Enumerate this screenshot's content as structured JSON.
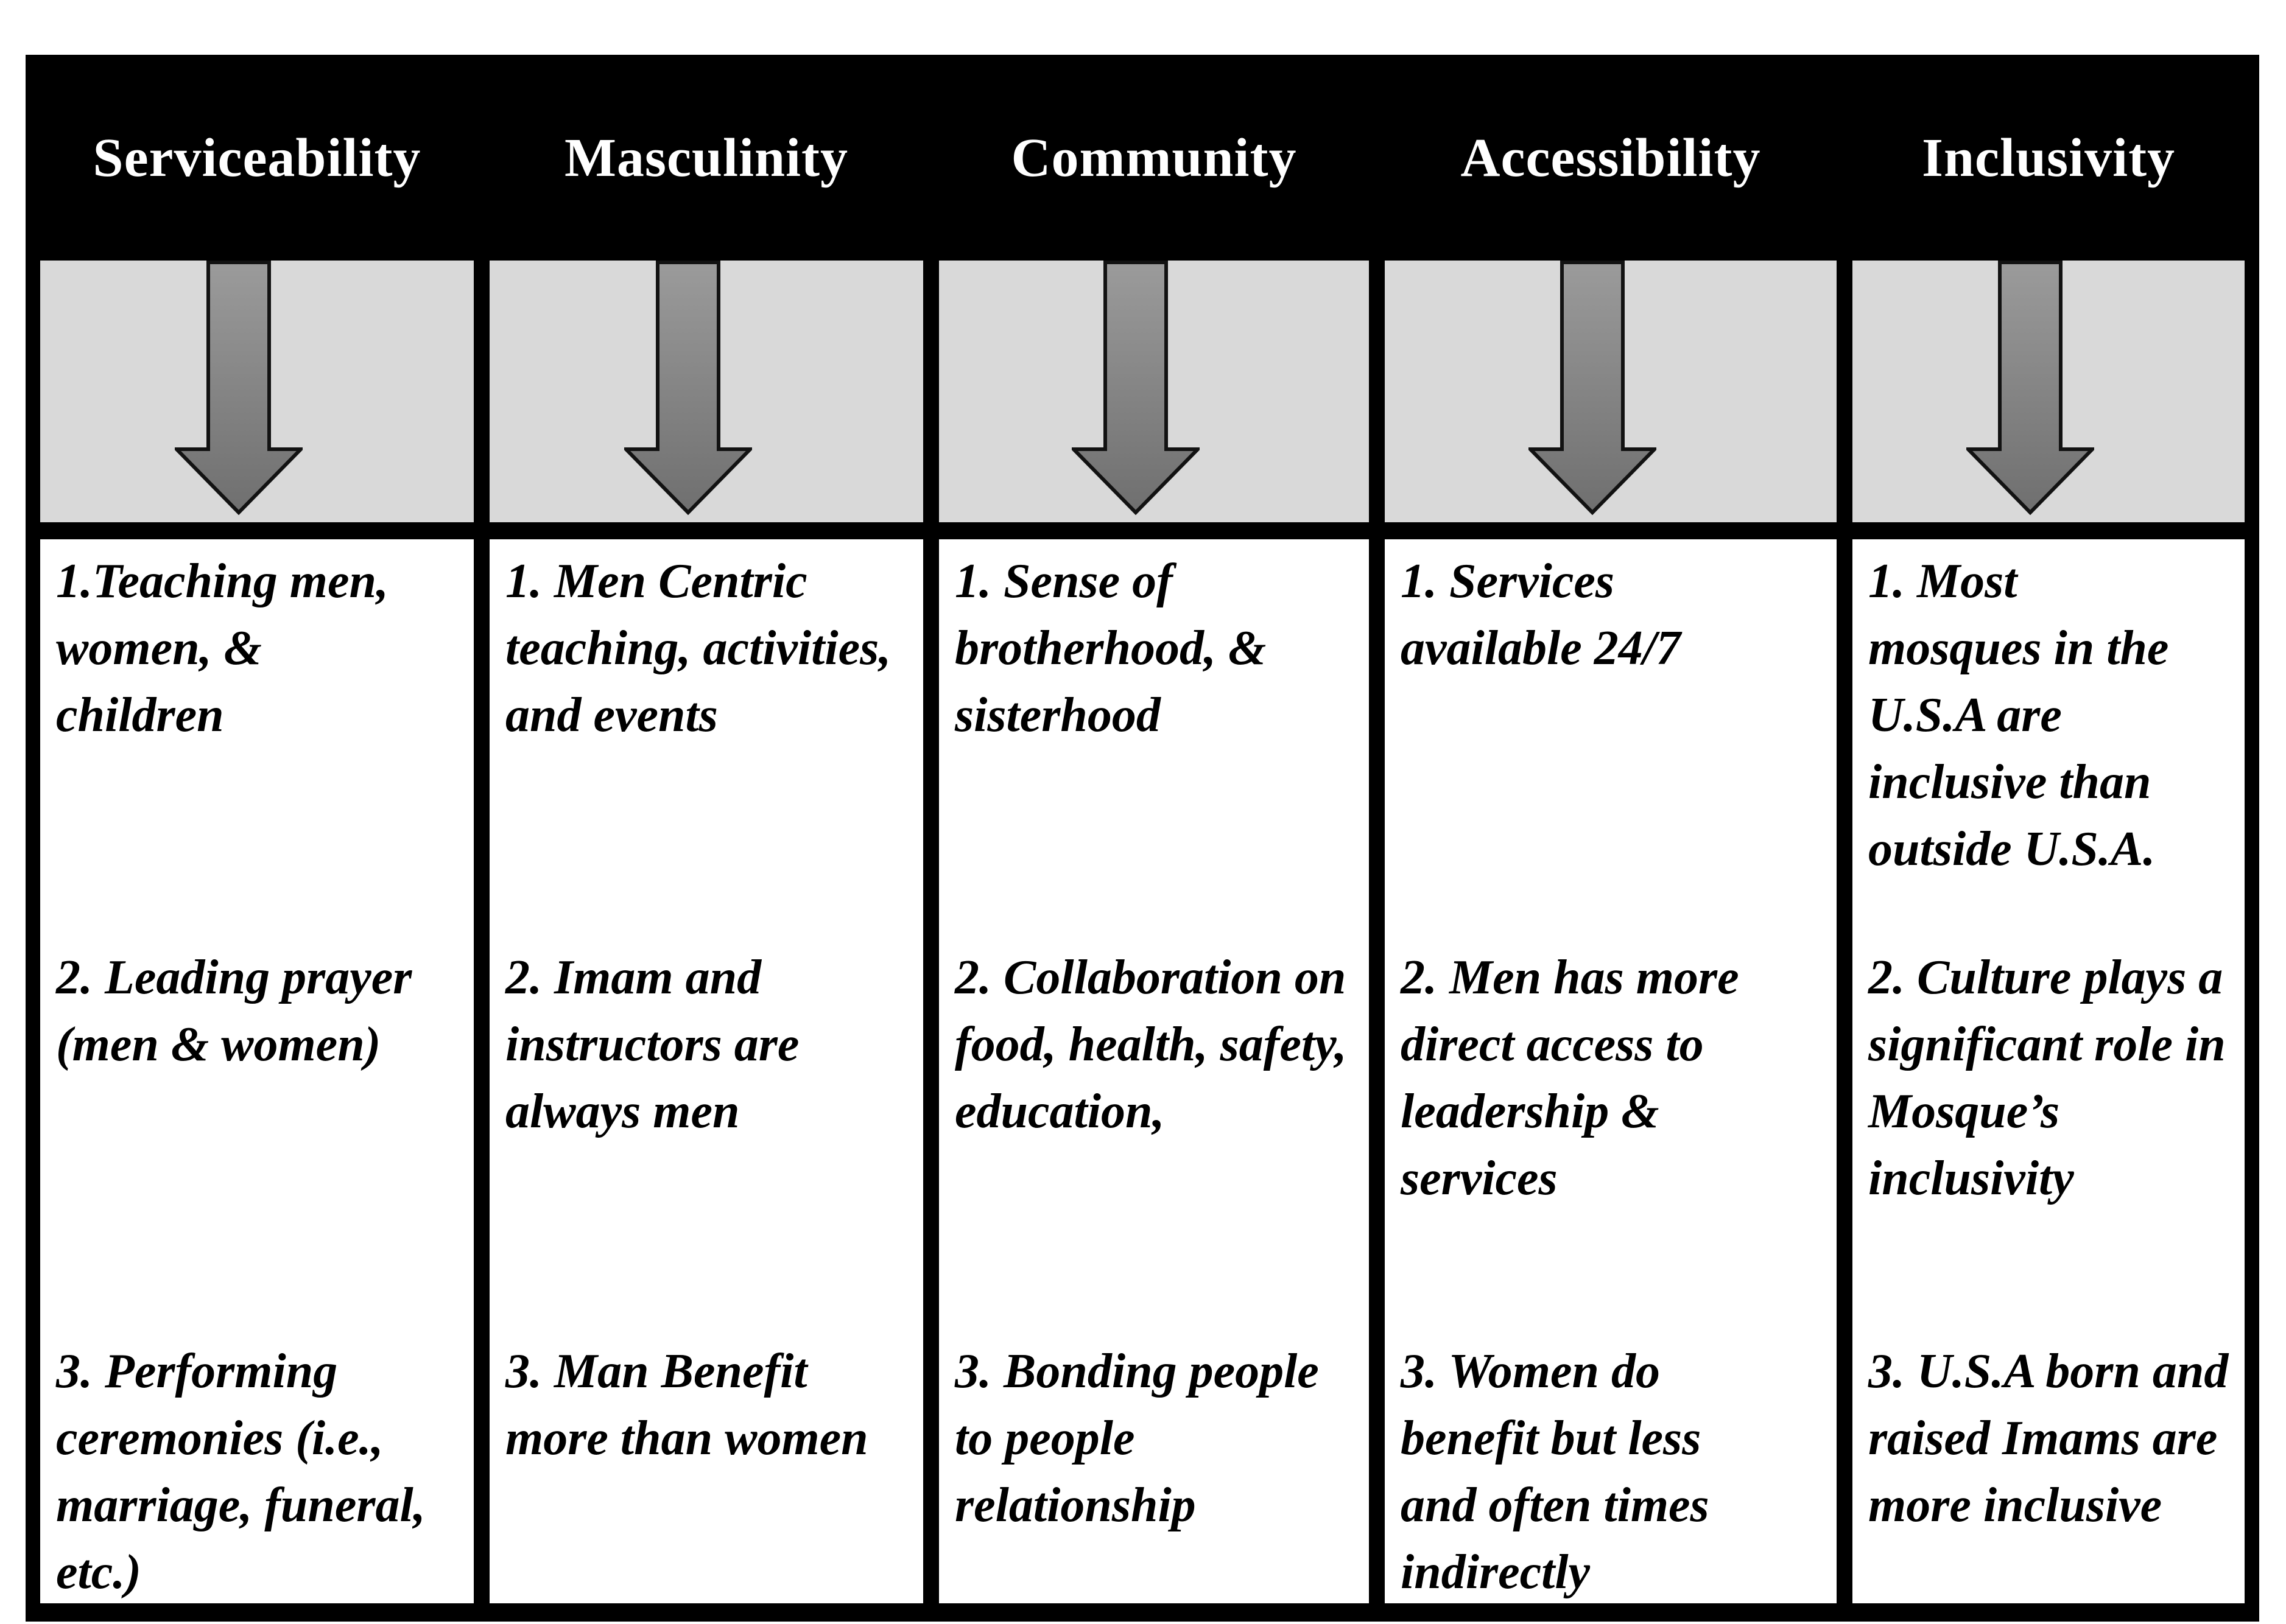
{
  "figure": {
    "type": "five-column theme table with downward arrows",
    "columns": [
      {
        "header": "Serviceability",
        "items": [
          "1.Teaching men, women, & children",
          "2. Leading prayer (men & women)",
          "3. Performing ceremonies (i.e., marriage, funeral, etc.)"
        ]
      },
      {
        "header": "Masculinity",
        "items": [
          "1. Men Centric teaching, activities, and events",
          "2. Imam and instructors are always men",
          "3. Man Benefit more than women"
        ]
      },
      {
        "header": "Community",
        "items": [
          "1. Sense of brotherhood, & sisterhood",
          "2. Collaboration on food, health, safety, education,",
          "3. Bonding people to people relationship"
        ]
      },
      {
        "header": "Accessibility",
        "items": [
          "1. Services available 24/7",
          "2. Men has more direct access to leadership & services",
          "3. Women do benefit but less and often times indirectly"
        ]
      },
      {
        "header": "Inclusivity",
        "items": [
          "1. Most mosques in the U.S.A are inclusive than outside U.S.A.",
          "2. Culture plays a significant role in Mosque’s inclusivity",
          "3. U.S.A born and raised Imams are more inclusive"
        ]
      }
    ],
    "icons": {
      "column_arrow": "down-arrow"
    },
    "colors": {
      "page_bg": "#ffffff",
      "border": "#000000",
      "header_bg": "#000000",
      "header_text": "#ffffff",
      "band_bg": "#d9d9d9",
      "arrow_top": "#9b9b9b",
      "arrow_bottom": "#6f6f6f",
      "arrow_outline": "#121212",
      "body_bg": "#ffffff",
      "body_text": "#000000"
    }
  }
}
